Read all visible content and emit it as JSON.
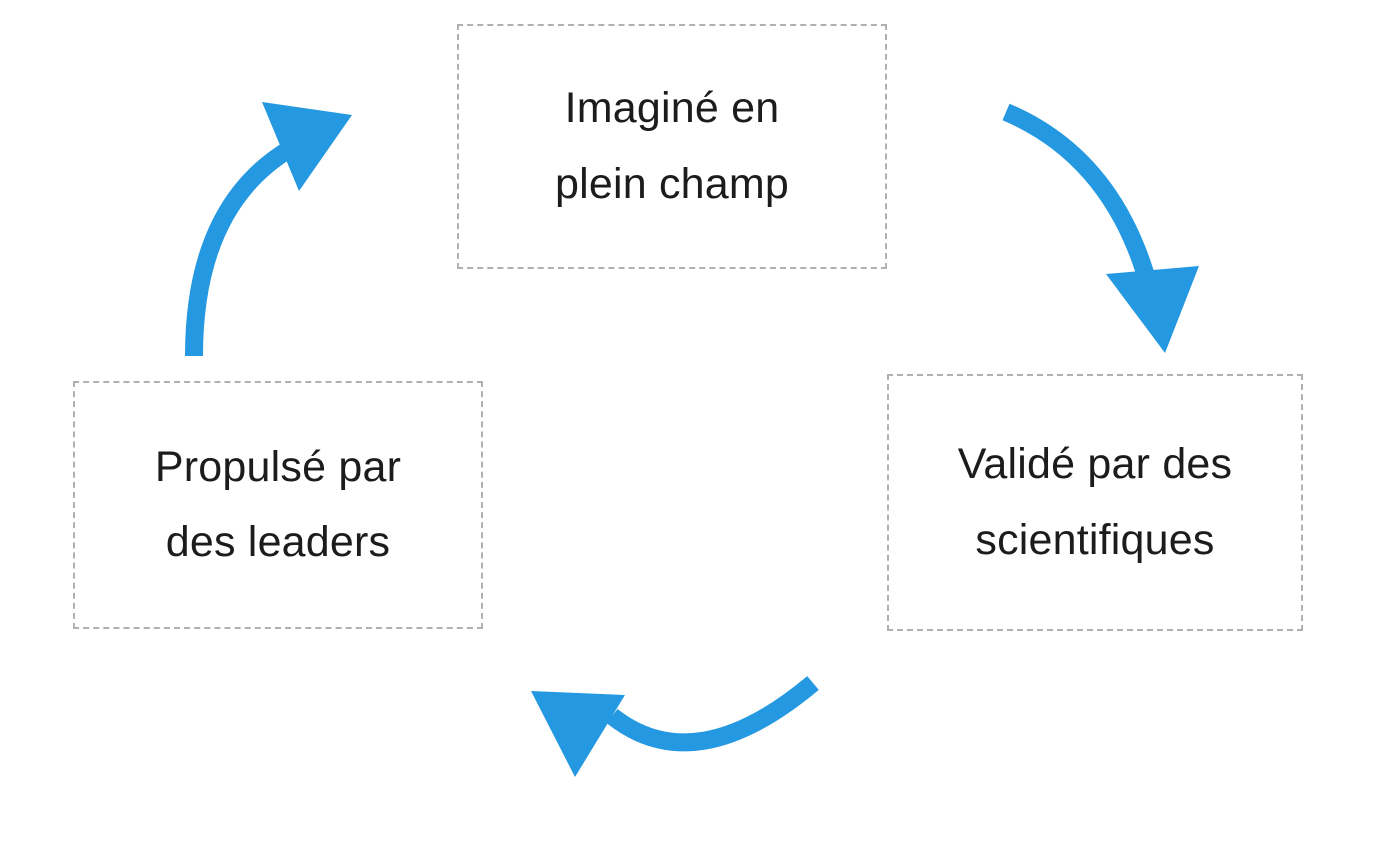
{
  "diagram": {
    "type": "cycle",
    "flow": "clockwise",
    "steps": [
      {
        "id": "imagine",
        "position": "top",
        "label": "Imaginé en plein champ",
        "lines": [
          "Imaginé en",
          "plein champ"
        ]
      },
      {
        "id": "valide",
        "position": "right",
        "label": "Validé par des scientifiques",
        "lines": [
          "Validé par des",
          "scientifiques"
        ]
      },
      {
        "id": "propulse",
        "position": "left",
        "label": "Propulsé par des leaders",
        "lines": [
          "Propulsé par",
          "des leaders"
        ]
      }
    ],
    "arrows": [
      {
        "name": "curved-arrow-top-to-right",
        "from": "imagine",
        "to": "valide"
      },
      {
        "name": "curved-arrow-right-to-left",
        "from": "valide",
        "to": "propulse"
      },
      {
        "name": "curved-arrow-left-to-top",
        "from": "propulse",
        "to": "imagine"
      }
    ],
    "colors": {
      "arrow": "#2498E0",
      "box_border": "#b0b0b0",
      "text": "#1c1c1e",
      "background": "#ffffff"
    }
  }
}
